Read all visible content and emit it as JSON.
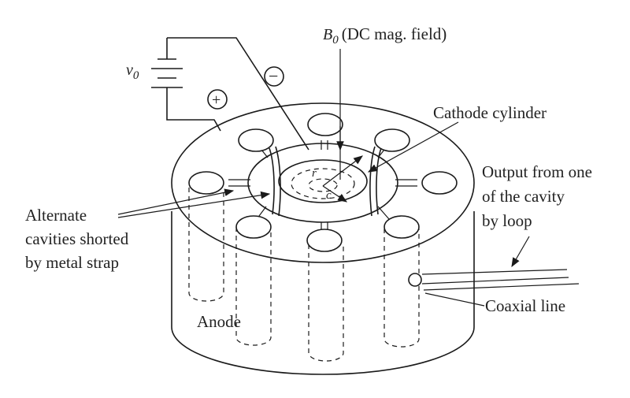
{
  "labels": {
    "b0_symbol": "B",
    "b0_sub": "0",
    "b0_desc": "(DC mag. field)",
    "v0_symbol": "v",
    "v0_sub": "0",
    "plus": "+",
    "minus": "−",
    "cathode": "Cathode cylinder",
    "output_line1": "Output from one",
    "output_line2": "of the cavity",
    "output_line3": "by loop",
    "alternate_line1": "Alternate",
    "alternate_line2": "cavities shorted",
    "alternate_line3": "by metal strap",
    "coaxial": "Coaxial line",
    "anode": "Anode",
    "r_label": "r",
    "c_label": "c"
  }
}
